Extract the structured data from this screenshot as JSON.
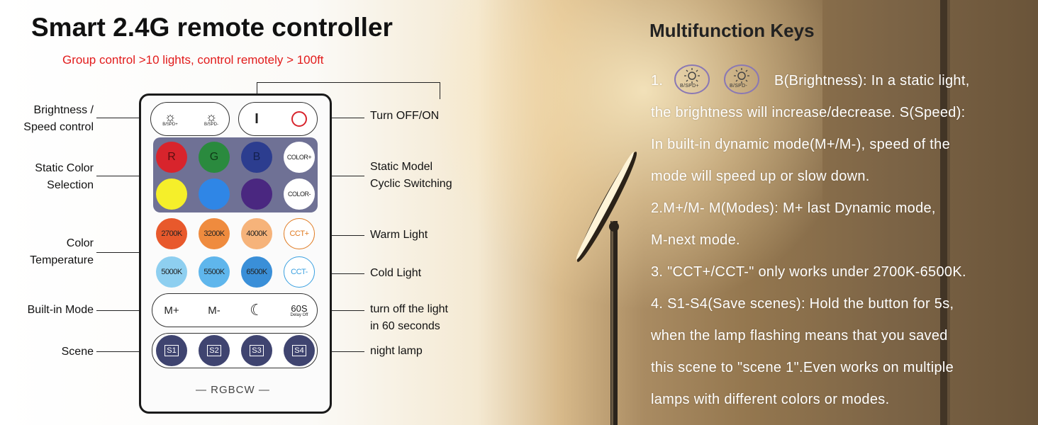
{
  "header": {
    "title": "Smart 2.4G remote controller",
    "subtitle": "Group control >10 lights, control remotely > 100ft"
  },
  "labels": {
    "brightness": [
      "Brightness /",
      "Speed control"
    ],
    "static_color": [
      "Static Color",
      "Selection"
    ],
    "color_temp": [
      "Color",
      "Temperature"
    ],
    "builtin_mode": "Built-in Mode",
    "scene": "Scene",
    "turn_off_on": "Turn OFF/ON",
    "static_model": [
      "Static Model",
      "Cyclic Switching"
    ],
    "warm_light": "Warm Light",
    "cold_light": "Cold Light",
    "turn_off_60": [
      "turn off the light",
      "in 60 seconds"
    ],
    "night_lamp": "night lamp"
  },
  "remote": {
    "bright_up": "B/SPD+",
    "bright_down": "B/SPD-",
    "power_on": "I",
    "colors": {
      "r": "R",
      "g": "G",
      "b": "B",
      "color_plus": "COLOR+",
      "color_minus": "COLOR-"
    },
    "temps": [
      "2700K",
      "3200K",
      "4000K",
      "5000K",
      "5500K",
      "6500K"
    ],
    "cct_plus": "CCT+",
    "cct_minus": "CCT-",
    "m_plus": "M+",
    "m_minus": "M-",
    "timer": "60S",
    "timer_sub": "Delay Off",
    "scenes": [
      "S1",
      "S2",
      "S3",
      "S4"
    ],
    "brand": "— RGBCW —"
  },
  "keys": {
    "title": "Multifunction Keys",
    "icon_up": "B/SPD+",
    "icon_down": "B/SPD-",
    "item1_num": "1.",
    "lines": [
      "B(Brightness): In a static light,",
      "the brightness will increase/decrease. S(Speed):",
      "In built-in dynamic mode(M+/M-), speed of the",
      "mode will speed up or slow down.",
      "2.M+/M-   M(Modes): M+ last Dynamic mode,",
      "M-next mode.",
      "3. \"CCT+/CCT-\" only works under 2700K-6500K.",
      "4. S1-S4(Save scenes): Hold the button for 5s,",
      "when the  lamp flashing means that you saved",
      "this scene to \"scene 1\".Even works on multiple",
      "lamps with different colors or modes."
    ]
  },
  "colors": {
    "red": "#d8242c",
    "green": "#2a8a3e",
    "blue": "#2c3d8f",
    "yellow": "#f5ef2a",
    "light_blue": "#2f86e6",
    "purple": "#4a2780",
    "pad": "#6f7195",
    "cct_plus": "#e07a20",
    "cct_minus": "#3aa0e0",
    "scene_btn": "#3f4470",
    "subtitle": "#e21b1b"
  }
}
